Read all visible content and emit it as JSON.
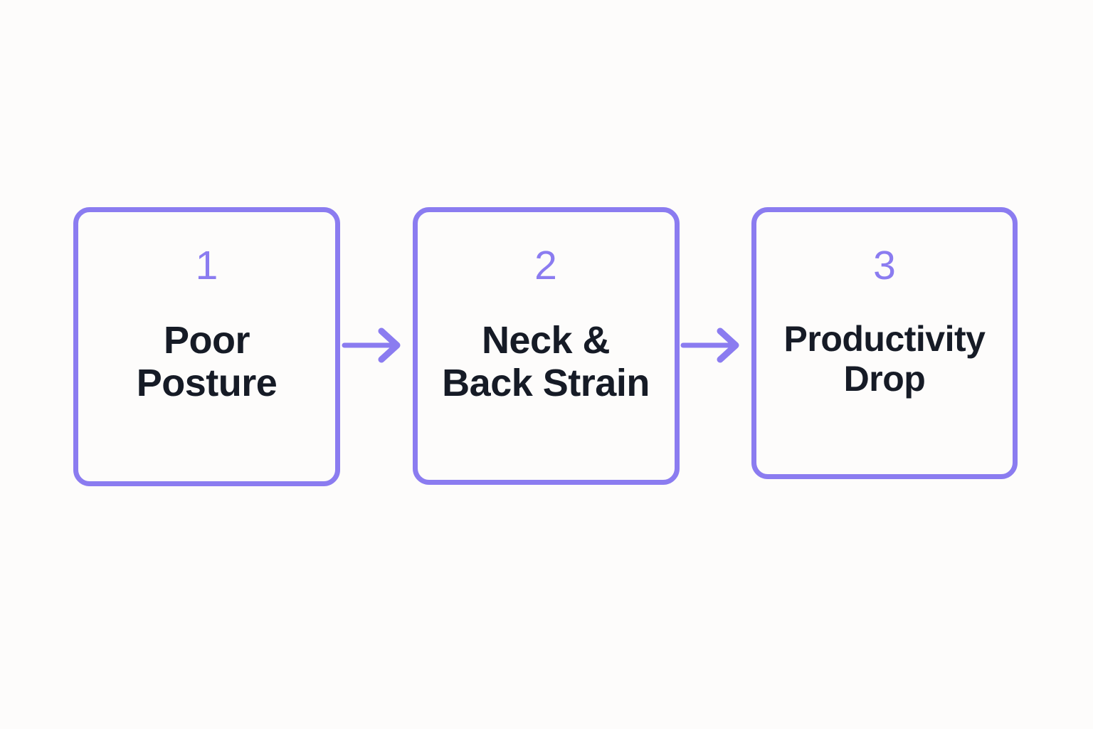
{
  "diagram": {
    "type": "linear-process-flow",
    "background_color": "#fdfcfb",
    "accent_color": "#8b7cf0",
    "text_color": "#161b26",
    "steps": [
      {
        "number": "1",
        "label": "Poor\nPosture",
        "label_line_1": "Poor",
        "label_line_2": "Posture"
      },
      {
        "number": "2",
        "label": "Neck &\nBack Strain",
        "label_line_1": "Neck &",
        "label_line_2": "Back Strain"
      },
      {
        "number": "3",
        "label": "Productivity\nDrop",
        "label_line_1": "Productivity",
        "label_line_2": "Drop"
      }
    ],
    "connectors": [
      {
        "from": "1",
        "to": "2",
        "icon": "arrow-right-icon"
      },
      {
        "from": "2",
        "to": "3",
        "icon": "arrow-right-icon"
      }
    ]
  }
}
